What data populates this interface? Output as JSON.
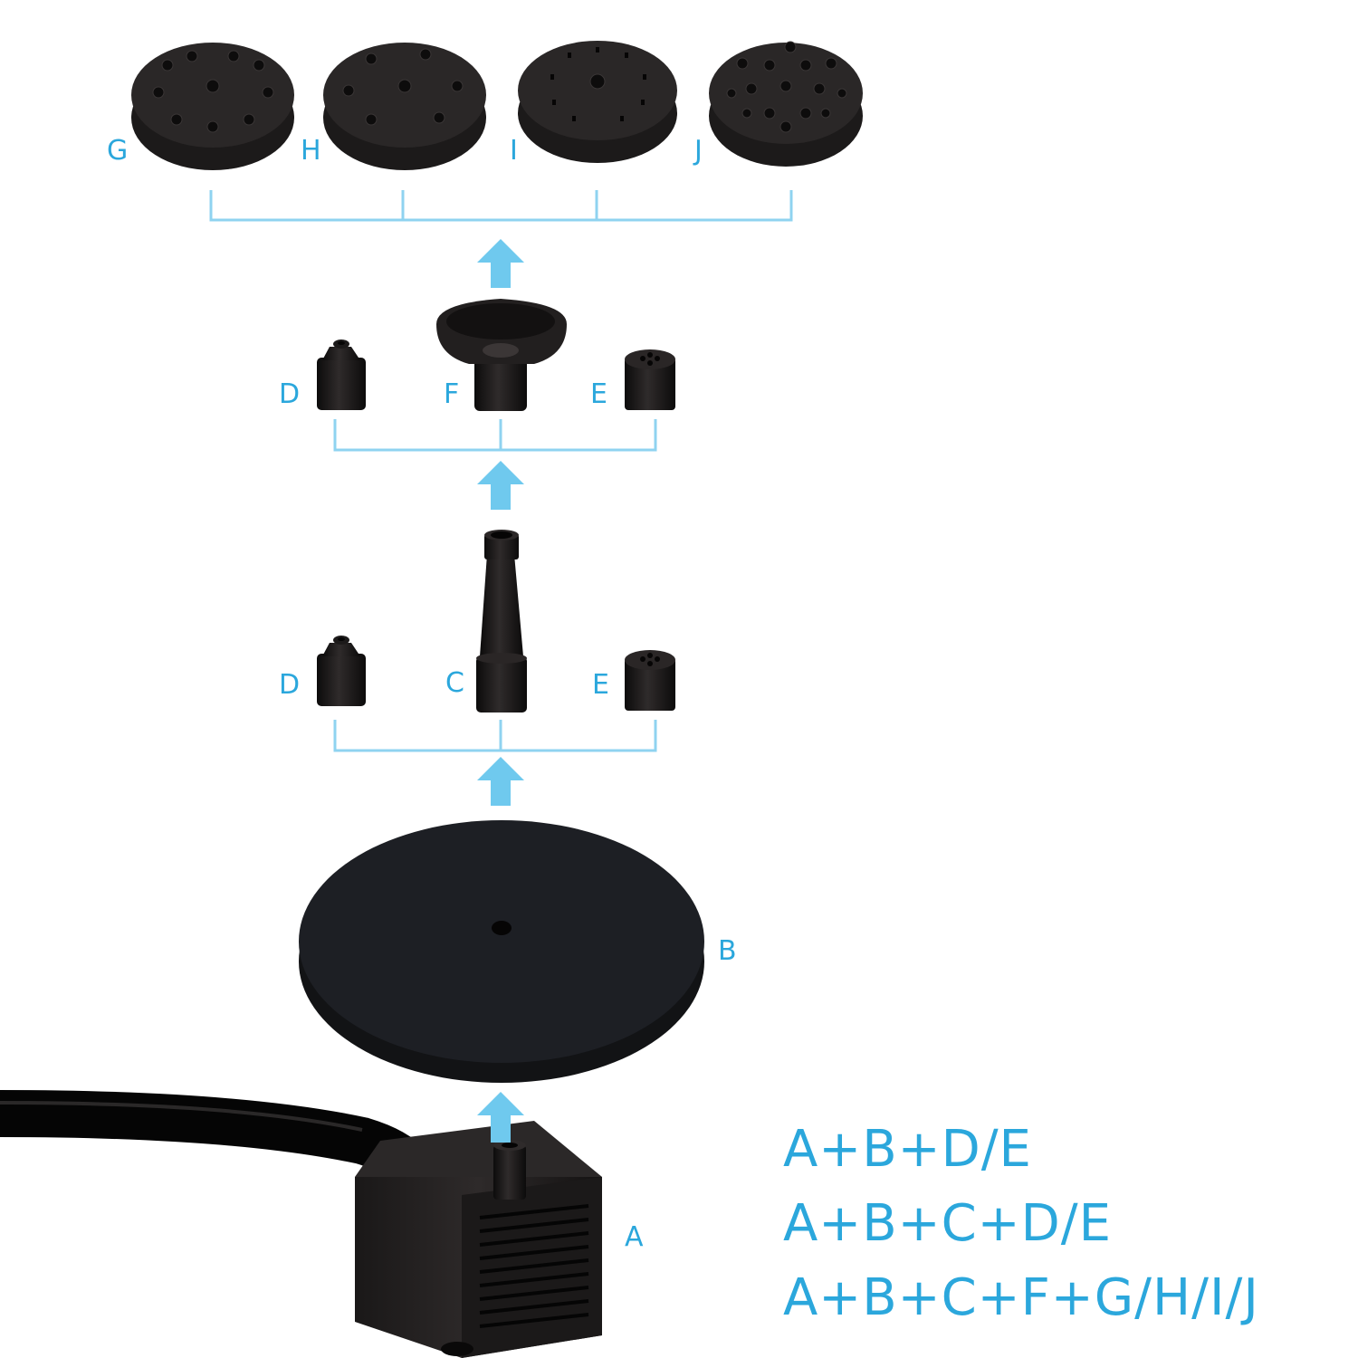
{
  "parts": {
    "a": "A",
    "b": "B",
    "c": "C",
    "d_top": "D",
    "e_top": "E",
    "f": "F",
    "d_mid": "D",
    "e_mid": "E",
    "g": "G",
    "h": "H",
    "i": "I",
    "j": "J"
  },
  "combinations": [
    "A+B+D/E",
    "A+B+C+D/E",
    "A+B+C+F+G/H/I/J"
  ],
  "colors": {
    "label": "#2ba7dc",
    "bracket": "#8fd3f0",
    "arrow": "#6fc9ee",
    "part": "#1c1a1a"
  }
}
